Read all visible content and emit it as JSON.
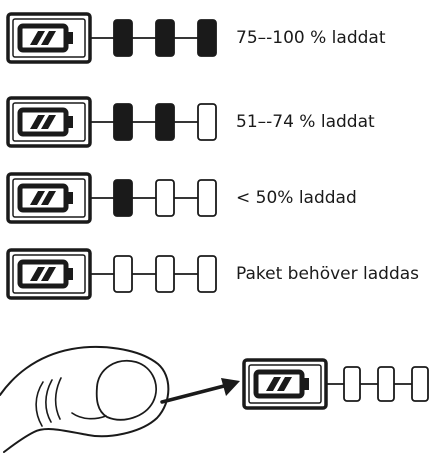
{
  "legend": [
    {
      "label": "75–-100 % laddat",
      "filled_segments": 3,
      "total_segments": 3
    },
    {
      "label": "51–-74 % laddat",
      "filled_segments": 2,
      "total_segments": 3
    },
    {
      "label": "< 50% laddad",
      "filled_segments": 1,
      "total_segments": 3
    },
    {
      "label": "Paket behöver laddas",
      "filled_segments": 0,
      "total_segments": 3
    }
  ],
  "press_demo": {
    "filled_segments": 0,
    "total_segments": 3
  },
  "colors": {
    "ink": "#1a1a1a",
    "background": "#ffffff"
  }
}
